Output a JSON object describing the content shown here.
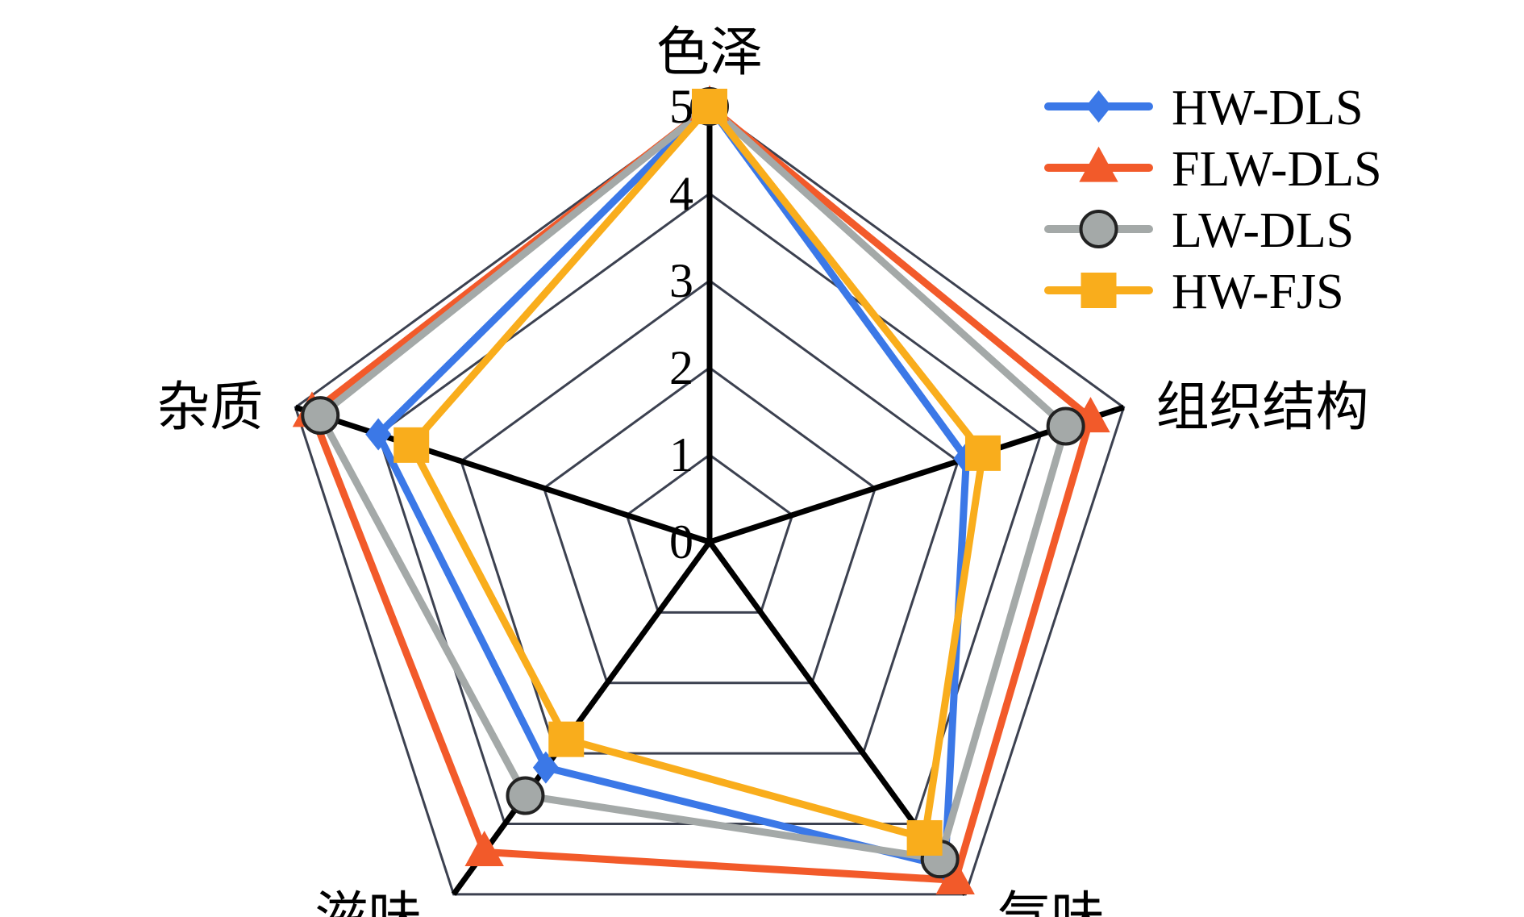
{
  "chart_data": {
    "type": "radar",
    "axes": [
      "色泽",
      "组织结构",
      "气味",
      "滋味",
      "杂质"
    ],
    "ticks": [
      "0",
      "1",
      "2",
      "3",
      "4",
      "5"
    ],
    "range": [
      0,
      5
    ],
    "legend_position": "top-right",
    "series": [
      {
        "name": "HW-DLS",
        "values": [
          5.0,
          3.1,
          4.6,
          3.2,
          4.0
        ],
        "color": "#3b78e7",
        "marker": "diamond"
      },
      {
        "name": "FLW-DLS",
        "values": [
          5.0,
          4.6,
          4.8,
          4.4,
          4.8
        ],
        "color": "#f25a2a",
        "marker": "triangle"
      },
      {
        "name": "LW-DLS",
        "values": [
          5.0,
          4.3,
          4.5,
          3.6,
          4.7
        ],
        "color": "#a4a9a8",
        "marker": "circle"
      },
      {
        "name": "HW-FJS",
        "values": [
          5.0,
          3.3,
          4.2,
          2.8,
          3.6
        ],
        "color": "#f9ad1c",
        "marker": "square"
      }
    ]
  }
}
